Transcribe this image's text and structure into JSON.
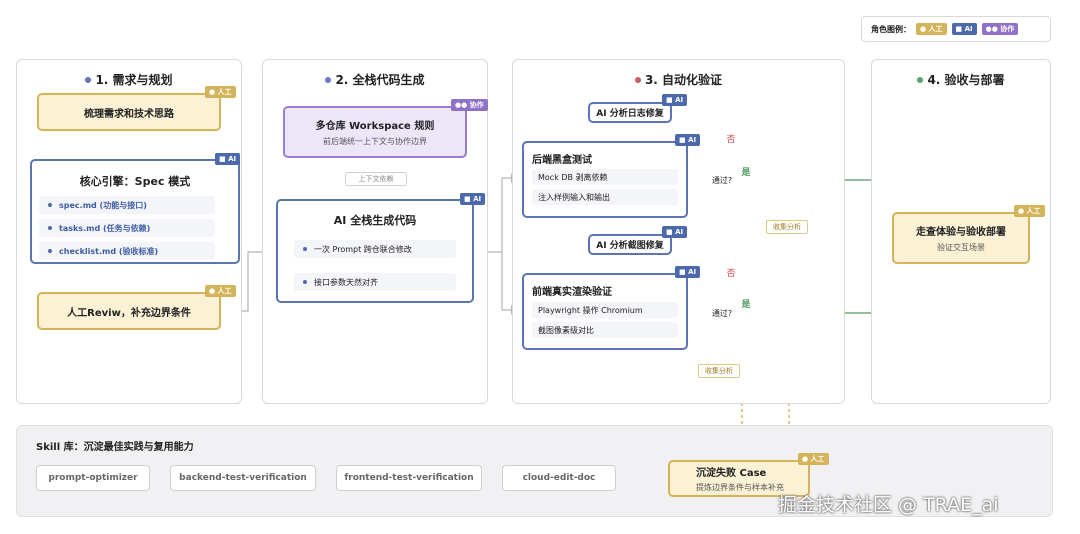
{
  "legend": {
    "title": "角色图例：",
    "human": "人工",
    "ai": "AI",
    "collab": "协作"
  },
  "phases": [
    {
      "title": "1. 需求与规划",
      "color": "#5b74b3"
    },
    {
      "title": "2. 全栈代码生成",
      "color": "#6c74c8"
    },
    {
      "title": "3. 自动化验证",
      "color": "#cf5a5a"
    },
    {
      "title": "4. 验收与部署",
      "color": "#5f9d6a"
    }
  ],
  "p1": {
    "sort": {
      "title": "梳理需求和技术思路",
      "tag": "人工"
    },
    "spec": {
      "title": "核心引擎：Spec 模式",
      "tag": "AI",
      "items": [
        "spec.md (功能与接口)",
        "tasks.md (任务与依赖)",
        "checklist.md (验收标准)"
      ]
    },
    "review": {
      "title": "人工Reviw，补充边界条件",
      "tag": "人工"
    }
  },
  "p2": {
    "workspace": {
      "title": "多仓库 Workspace 规则",
      "sub": "前后端统一上下文与协作边界",
      "tag": "协作"
    },
    "ctx": "上下文依赖",
    "gen": {
      "title": "AI 全栈生成代码",
      "tag": "AI",
      "items": [
        "一次 Prompt 跨仓联合修改",
        "接口参数天然对齐"
      ]
    }
  },
  "p3": {
    "log": {
      "title": "AI 分析日志修复",
      "tag": "AI"
    },
    "backend": {
      "title": "后端黑盒测试",
      "tag": "AI",
      "items": [
        "Mock DB 剥离依赖",
        "注入样例输入和输出"
      ]
    },
    "pass1": "通过?",
    "shot": {
      "title": "AI 分析截图修复",
      "tag": "AI"
    },
    "frontend": {
      "title": "前端真实渲染验证",
      "tag": "AI",
      "items": [
        "Playwright 操作 Chromium",
        "截图像素级对比"
      ]
    },
    "pass2": "通过?",
    "no": "否",
    "yes": "是",
    "collect": "收集分析"
  },
  "p4": {
    "accept": {
      "title": "走查体验与验收部署",
      "sub": "验证交互场景",
      "tag": "人工"
    }
  },
  "skill": {
    "title": "Skill 库：沉淀最佳实践与复用能力",
    "items": [
      "prompt-optimizer",
      "backend-test-verification",
      "frontend-test-verification",
      "cloud-edit-doc"
    ],
    "case": {
      "title": "沉淀失败 Case",
      "sub": "提炼边界条件与样本补充",
      "tag": "人工"
    }
  },
  "watermark": "掘金技术社区 @ TRAE_ai"
}
